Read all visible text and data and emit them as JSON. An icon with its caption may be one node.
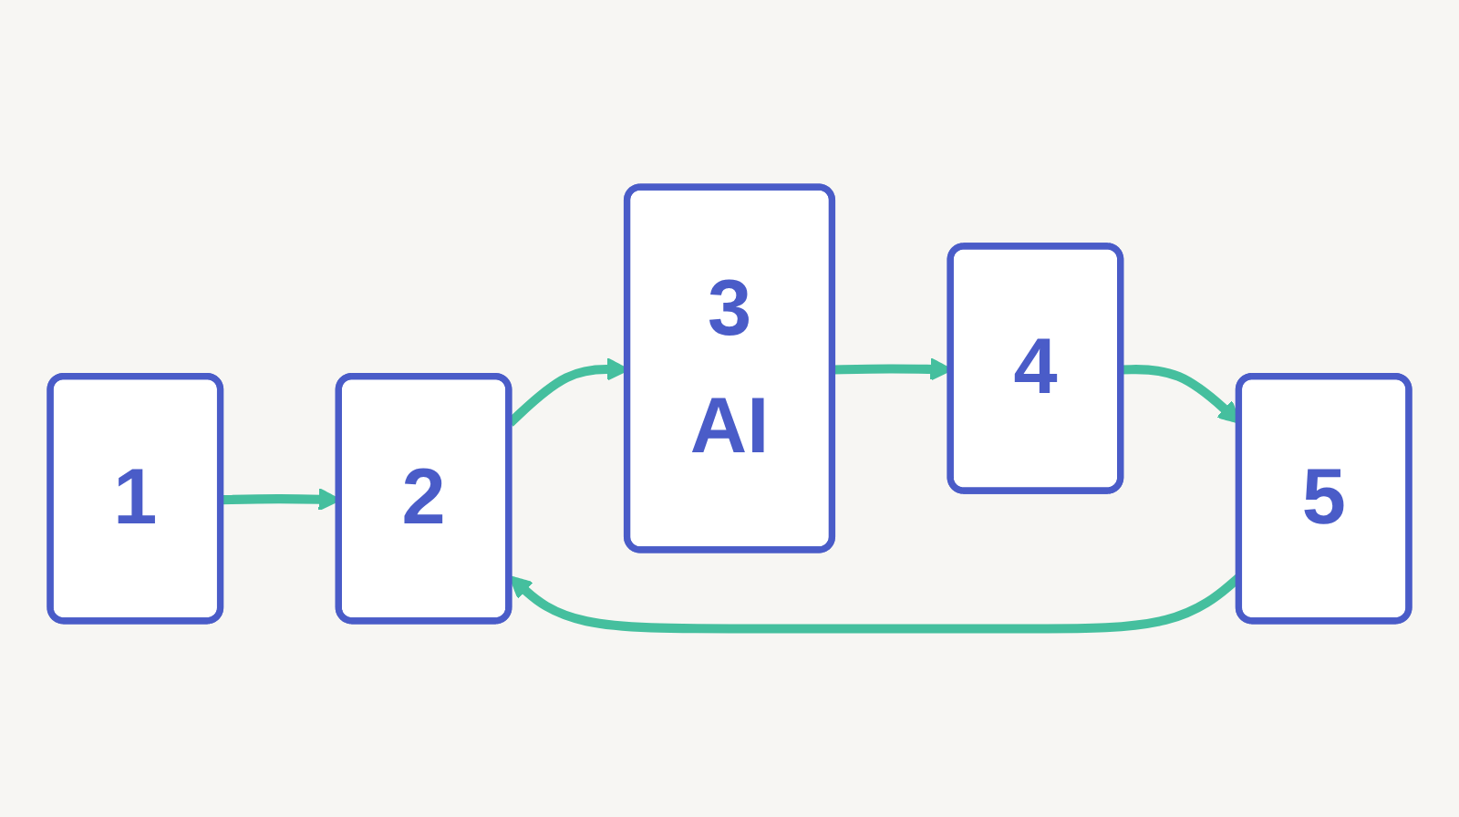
{
  "diagram": {
    "nodes": [
      {
        "text": [
          "1"
        ]
      },
      {
        "text": [
          "2"
        ]
      },
      {
        "text": [
          "3",
          "AI"
        ]
      },
      {
        "text": [
          "4"
        ]
      },
      {
        "text": [
          "5"
        ]
      }
    ],
    "edges": [
      {
        "from": 0,
        "to": 1,
        "arrow": "to"
      },
      {
        "from": 1,
        "to": 2,
        "arrow": "to"
      },
      {
        "from": 2,
        "to": 3,
        "arrow": "to"
      },
      {
        "from": 3,
        "to": 4,
        "arrow": "to"
      },
      {
        "from": 4,
        "to": 1,
        "arrow": "to"
      }
    ]
  }
}
